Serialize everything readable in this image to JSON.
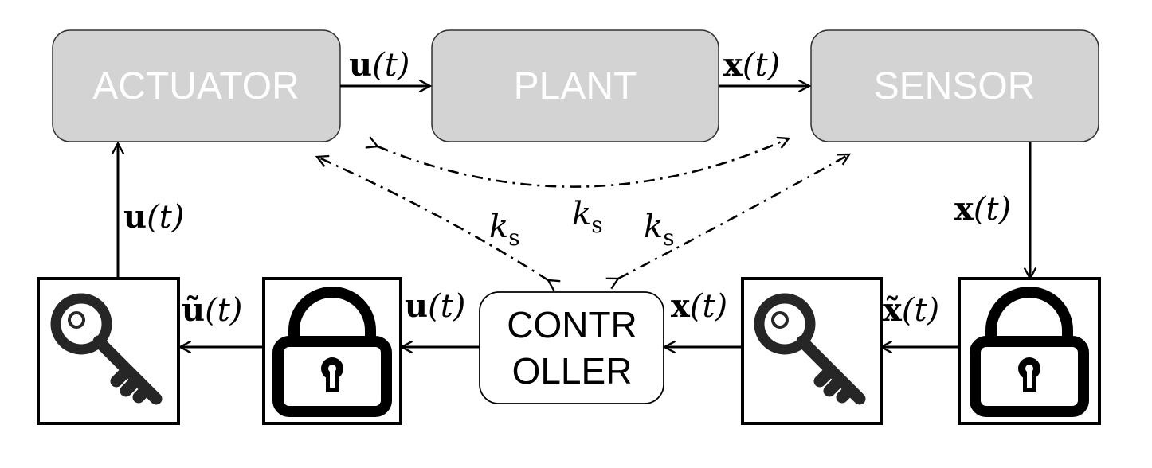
{
  "blocks": {
    "actuator": "ACTUATOR",
    "plant": "PLANT",
    "sensor": "SENSOR",
    "controller_line1": "CONTR",
    "controller_line2": "OLLER"
  },
  "signals": {
    "u_bold": "u",
    "x_bold": "x",
    "u_tilde_bold": "ũ",
    "x_tilde_bold": "x̃",
    "time_arg": "(t)",
    "key_symbol": "k",
    "key_subscript": "s"
  },
  "icons": {
    "lock": "padlock-icon",
    "key": "key-icon"
  },
  "colors": {
    "block_fill": "#d3d3d3",
    "block_text": "#ffffff",
    "line": "#000000",
    "icon": "#262626"
  }
}
